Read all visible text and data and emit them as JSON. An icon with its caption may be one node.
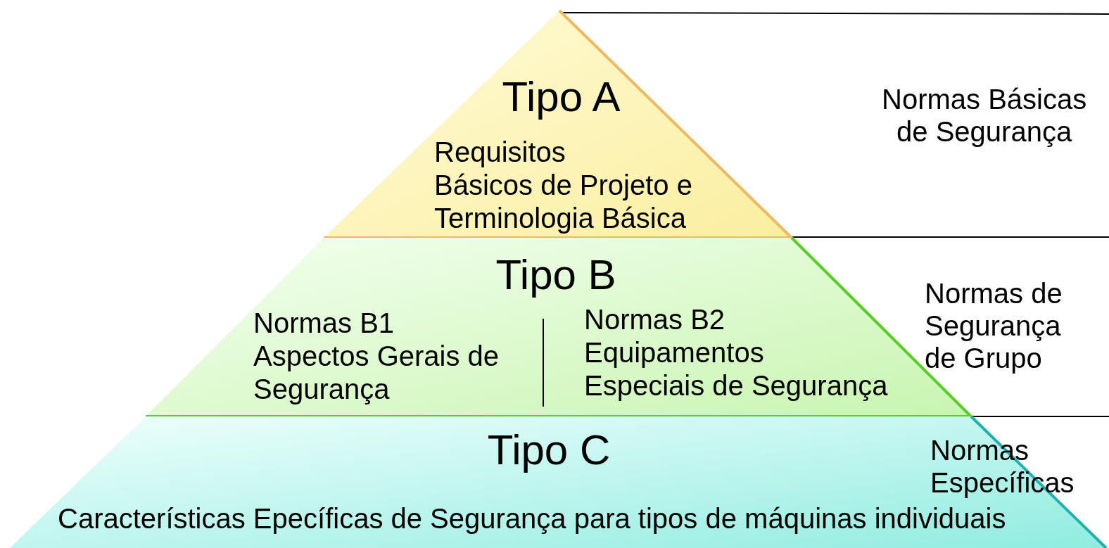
{
  "diagram": {
    "nodes": [
      {
        "text": [
          "Tipo A",
          "Requisitos Básicos de Projeto e Terminologia Básica"
        ],
        "beside": [
          "Normas Básicas de Segurança"
        ]
      },
      {
        "text": [
          "Tipo B",
          "Normas B1 Aspectos Gerais de Segurança",
          "Normas B2 Equipamentos Especiais de Segurança"
        ],
        "beside": [
          "Normas de Segurança de Grupo"
        ]
      },
      {
        "text": [
          "Tipo C",
          "Normas Específicas",
          "Características Epecíficas de Segurança para tipos de máquinas individuais"
        ]
      }
    ],
    "edges": []
  }
}
